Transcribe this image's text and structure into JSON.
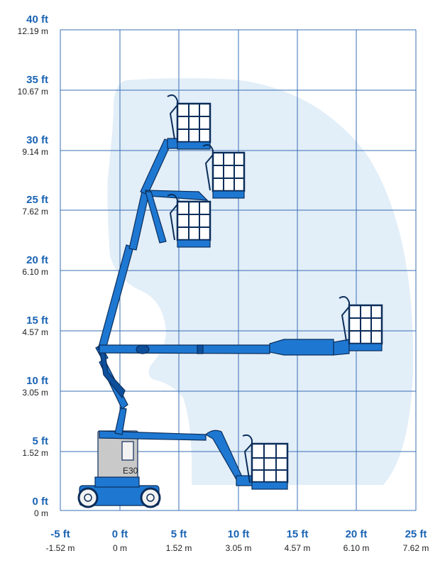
{
  "colors": {
    "grid": "#3a6fb4",
    "ft_label": "#1a63b3",
    "m_label": "#222222",
    "envelope": "#e2eef8",
    "boom": "#1e78d2",
    "boom_dark": "#0e4f9c",
    "outline": "#0b2d5a",
    "chassis": "#c9c9c9",
    "wheel": "#f2f2f2"
  },
  "y_axis": [
    {
      "ft": "40 ft",
      "m": "12.19 m"
    },
    {
      "ft": "35 ft",
      "m": "10.67 m"
    },
    {
      "ft": "30 ft",
      "m": "9.14 m"
    },
    {
      "ft": "25 ft",
      "m": "7.62 m"
    },
    {
      "ft": "20 ft",
      "m": "6.10 m"
    },
    {
      "ft": "15 ft",
      "m": "4.57 m"
    },
    {
      "ft": "10 ft",
      "m": "3.05 m"
    },
    {
      "ft": "5 ft",
      "m": "1.52 m"
    },
    {
      "ft": "0 ft",
      "m": "0 m"
    }
  ],
  "x_axis": [
    {
      "ft": "-5 ft",
      "m": "-1.52 m"
    },
    {
      "ft": "0 ft",
      "m": "0 m"
    },
    {
      "ft": "5 ft",
      "m": "1.52 m"
    },
    {
      "ft": "10 ft",
      "m": "3.05 m"
    },
    {
      "ft": "15 ft",
      "m": "4.57 m"
    },
    {
      "ft": "20 ft",
      "m": "6.10 m"
    },
    {
      "ft": "25 ft",
      "m": "7.62 m"
    }
  ],
  "machine": {
    "nameplate": "E30"
  }
}
